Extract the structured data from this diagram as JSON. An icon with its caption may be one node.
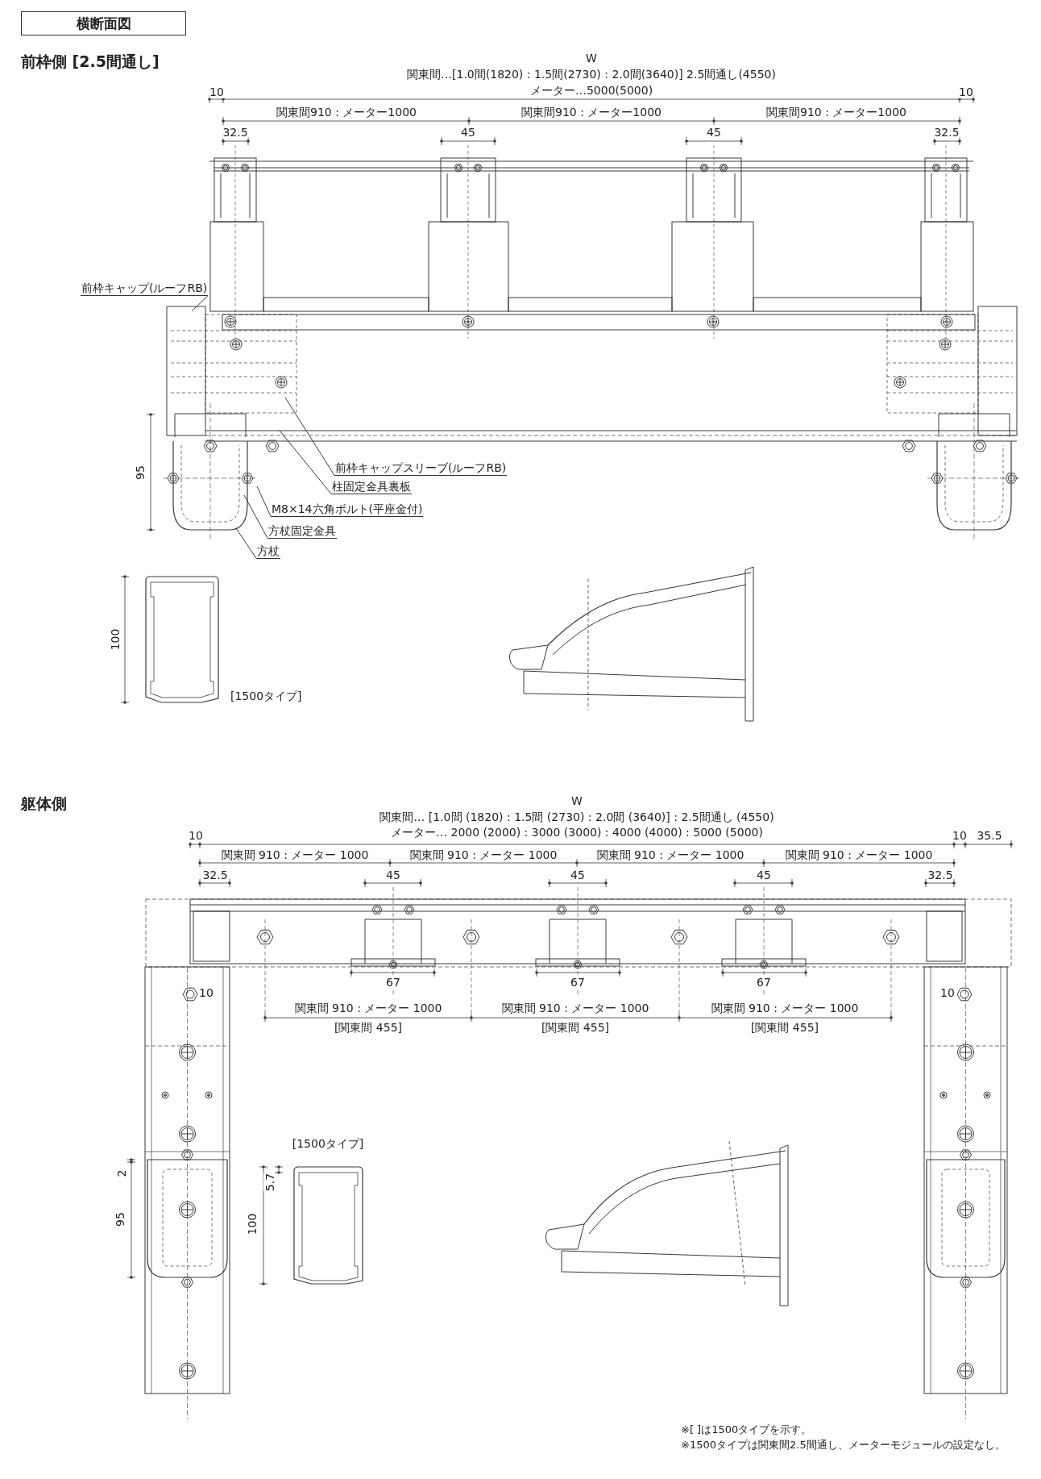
{
  "diagram": {
    "nodes": [
      {
        "text": [
          "横断面図"
        ]
      },
      {
        "text": [
          "前枠キャップ(ルーフRB)"
        ]
      },
      {
        "text": [
          "前枠キャップスリーブ(ルーフRB)"
        ]
      },
      {
        "text": [
          "柱固定金具裏板"
        ]
      },
      {
        "text": [
          "M8×14六角ボルト(平座金付)"
        ]
      },
      {
        "text": [
          "方杖固定金具"
        ]
      },
      {
        "text": [
          "方杖"
        ]
      }
    ],
    "edges": [
      {
        "from": 1,
        "to": null,
        "arrow": "none"
      },
      {
        "from": 2,
        "to": null,
        "arrow": "none"
      },
      {
        "from": 3,
        "to": null,
        "arrow": "none"
      },
      {
        "from": 4,
        "to": null,
        "arrow": "none"
      },
      {
        "from": 5,
        "to": null,
        "arrow": "none"
      },
      {
        "from": 6,
        "to": null,
        "arrow": "none"
      }
    ],
    "labels": [
      "前枠側 [2.5間通し]",
      "W",
      "関東間…[1.0間(1820) : 1.5間(2730) : 2.0間(3640)] 2.5間通し(4550)",
      "10",
      "メーター…5000(5000)",
      "10",
      "関東間910 : メーター1000",
      "関東間910 : メーター1000",
      "関東間910 : メーター1000",
      "32.5",
      "45",
      "45",
      "32.5",
      "95",
      "100",
      "[1500タイプ]",
      "躯体側",
      "W",
      "関東間… [1.0間 (1820) : 1.5間 (2730) : 2.0間 (3640)] : 2.5間通し (4550)",
      "10",
      "メーター… 2000 (2000) : 3000 (3000) : 4000 (4000) : 5000 (5000)",
      "10",
      "35.5",
      "関東間 910 : メーター 1000",
      "関東間 910 : メーター 1000",
      "関東間 910 : メーター 1000",
      "関東間 910 : メーター 1000",
      "32.5",
      "45",
      "45",
      "45",
      "32.5",
      "67",
      "67",
      "67",
      "10",
      "10",
      "関東間 910 : メーター 1000",
      "関東間 910 : メーター 1000",
      "関東間 910 : メーター 1000",
      "[関東間 455]",
      "[関東間 455]",
      "[関東間 455]",
      "[1500タイプ]",
      "2",
      "95",
      "5.7",
      "100",
      "※[ ]は1500タイプを示す。",
      "※1500タイプは関東間2.5間通し、メーターモジュールの設定なし。"
    ]
  }
}
